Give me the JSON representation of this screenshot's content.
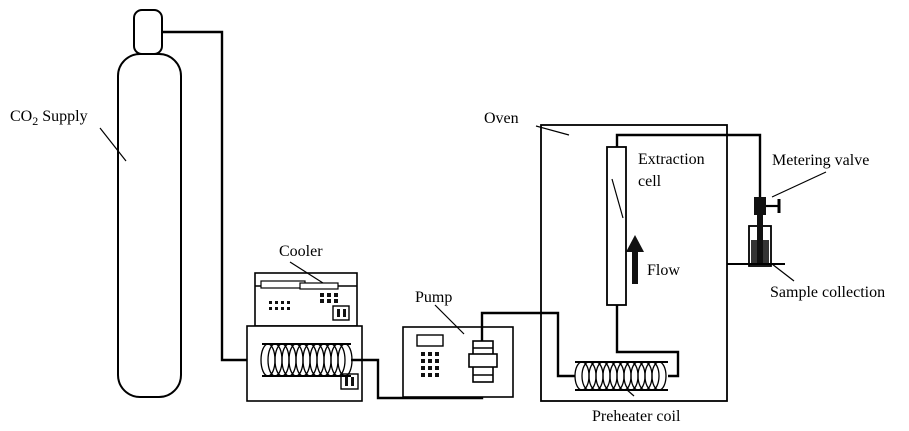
{
  "labels": {
    "co2_main": "CO",
    "co2_sub": "2",
    "co2_rest": " Supply",
    "cooler": "Cooler",
    "pump": "Pump",
    "oven": "Oven",
    "extraction_line1": "Extraction",
    "extraction_line2": "cell",
    "flow": "Flow",
    "metering_valve": "Metering valve",
    "sample_collection": "Sample collection",
    "preheater_coil": "Preheater coil"
  },
  "colors": {
    "line": "#000000",
    "fill": "#ffffff",
    "dark": "#111111"
  }
}
